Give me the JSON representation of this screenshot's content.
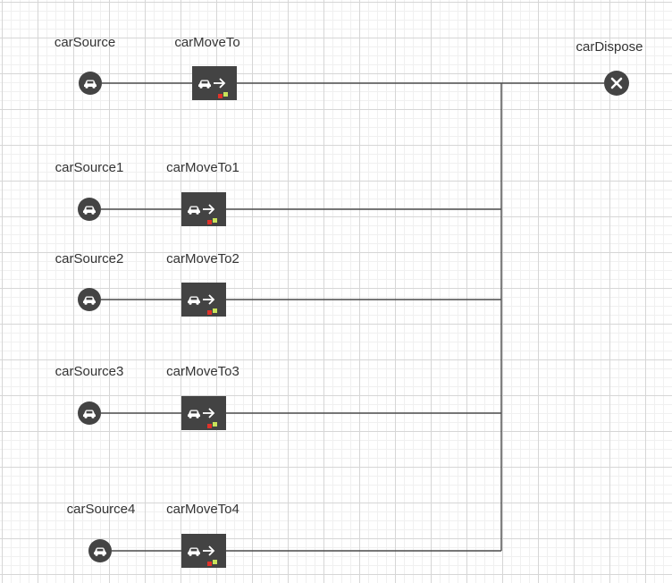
{
  "diagram": {
    "rows": [
      {
        "source": {
          "label": "carSource"
        },
        "moveto": {
          "label": "carMoveTo"
        }
      },
      {
        "source": {
          "label": "carSource1"
        },
        "moveto": {
          "label": "carMoveTo1"
        }
      },
      {
        "source": {
          "label": "carSource2"
        },
        "moveto": {
          "label": "carMoveTo2"
        }
      },
      {
        "source": {
          "label": "carSource3"
        },
        "moveto": {
          "label": "carMoveTo3"
        }
      },
      {
        "source": {
          "label": "carSource4"
        },
        "moveto": {
          "label": "carMoveTo4"
        }
      }
    ],
    "sink": {
      "label": "carDispose"
    },
    "icons": {
      "source": "car-icon",
      "moveto": "car-arrow-icon",
      "sink": "close-x-icon"
    },
    "colors": {
      "block_fill": "#434343",
      "connector": "#4a4a4a",
      "status_red": "#e0322a",
      "status_green": "#c8e35a"
    }
  }
}
